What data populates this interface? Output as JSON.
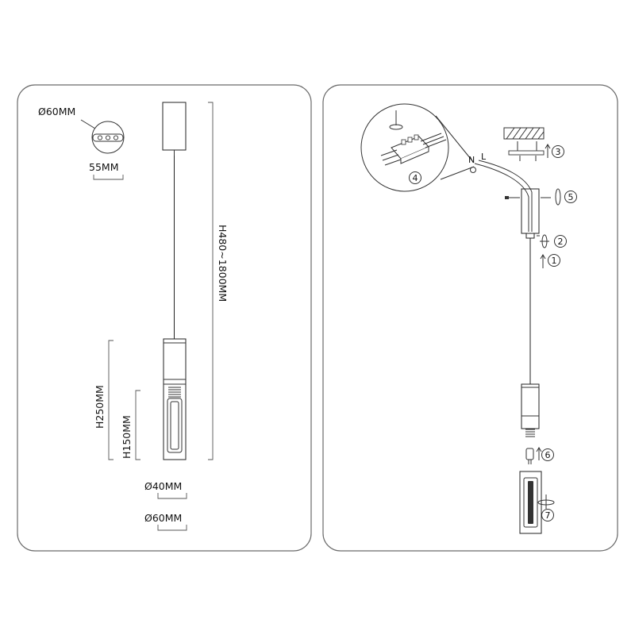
{
  "left_panel": {
    "canopy_diameter": "Ø60MM",
    "canopy_screw_spacing": "55MM",
    "total_height": "H480~1800MM",
    "body_height": "H250MM",
    "glass_height": "H150MM",
    "inner_diameter": "Ø40MM",
    "outer_diameter": "Ø60MM"
  },
  "right_panel": {
    "steps": [
      "1",
      "2",
      "3",
      "4",
      "5",
      "6",
      "7"
    ],
    "terminal_labels": {
      "neutral": "N",
      "live": "L"
    }
  }
}
